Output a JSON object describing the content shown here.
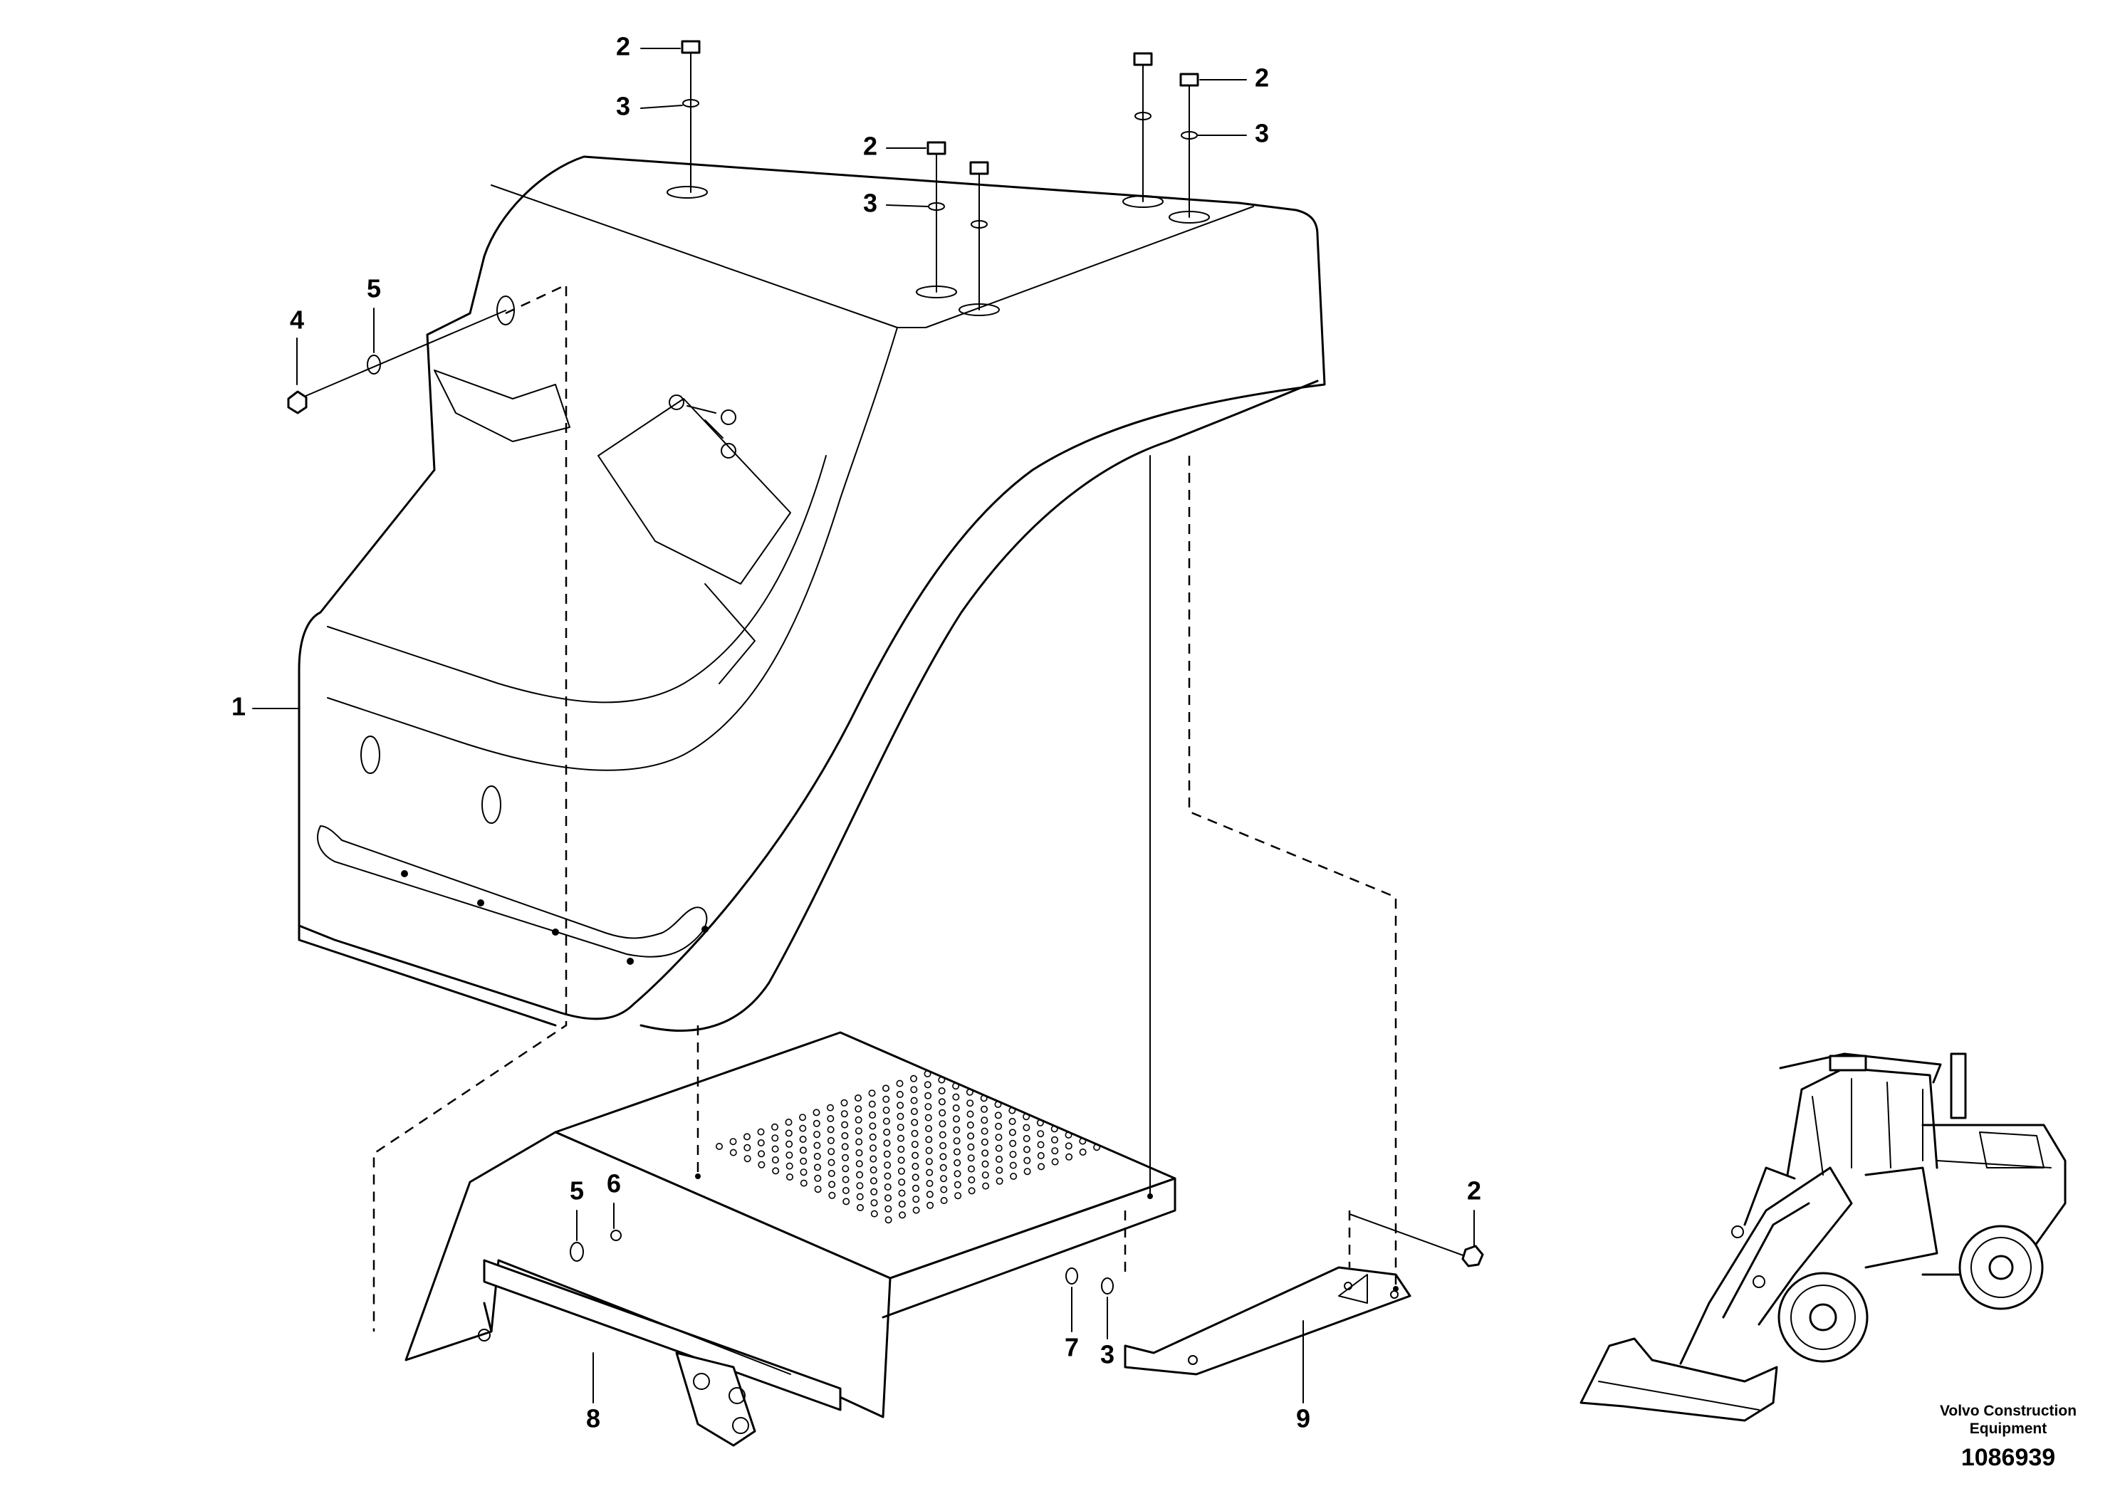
{
  "diagram": {
    "callouts": [
      {
        "id": "c1",
        "label": "1"
      },
      {
        "id": "c2a",
        "label": "2"
      },
      {
        "id": "c3a",
        "label": "3"
      },
      {
        "id": "c2b",
        "label": "2"
      },
      {
        "id": "c3b",
        "label": "3"
      },
      {
        "id": "c2c",
        "label": "2"
      },
      {
        "id": "c3c",
        "label": "3"
      },
      {
        "id": "c4",
        "label": "4"
      },
      {
        "id": "c5a",
        "label": "5"
      },
      {
        "id": "c5b",
        "label": "5"
      },
      {
        "id": "c6",
        "label": "6"
      },
      {
        "id": "c7",
        "label": "7"
      },
      {
        "id": "c3d",
        "label": "3"
      },
      {
        "id": "c8",
        "label": "8"
      },
      {
        "id": "c9",
        "label": "9"
      },
      {
        "id": "c2d",
        "label": "2"
      }
    ],
    "brand_line1": "Volvo Construction",
    "brand_line2": "Equipment",
    "document_number": "1086939"
  }
}
